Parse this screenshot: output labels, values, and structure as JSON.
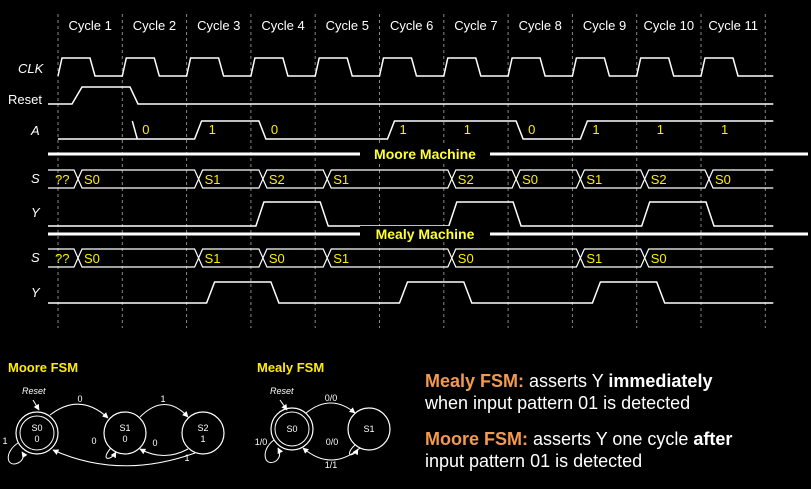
{
  "timing": {
    "cycles": [
      "Cycle 1",
      "Cycle 2",
      "Cycle 3",
      "Cycle 4",
      "Cycle 5",
      "Cycle 6",
      "Cycle 7",
      "Cycle 8",
      "Cycle 9",
      "Cycle 10",
      "Cycle 11"
    ],
    "signal_labels": {
      "clk": "CLK",
      "reset": "Reset",
      "a": "A",
      "moore_s": "S",
      "moore_y": "Y",
      "mealy_s": "S",
      "mealy_y": "Y"
    },
    "a_values": [
      "0",
      "1",
      "0",
      "1",
      "1",
      "0",
      "1",
      "1",
      "1"
    ],
    "moore_header": "Moore Machine",
    "moore_states": [
      "??",
      "S0",
      "S1",
      "S2",
      "S1",
      "S2",
      "S0",
      "S1",
      "S2",
      "S0"
    ],
    "mealy_header": "Mealy Machine",
    "mealy_states": [
      "??",
      "S0",
      "S1",
      "S0",
      "S1",
      "S0",
      "S1",
      "S0"
    ],
    "colors": {
      "signal": "#ffffff",
      "value": "#ffee00",
      "unknown": "#ffee00",
      "grid": "#888888",
      "header": "#ffff33"
    }
  },
  "moore_fsm": {
    "title": "Moore FSM",
    "reset_label": "Reset",
    "states": [
      {
        "name": "S0",
        "output": "0"
      },
      {
        "name": "S1",
        "output": "0"
      },
      {
        "name": "S2",
        "output": "1"
      }
    ],
    "edge_labels": {
      "s0_s1": "0",
      "s1_s2": "1",
      "s0_self": "1",
      "s1_self": "0",
      "s2_s1": "0",
      "s2_s0": "1"
    }
  },
  "mealy_fsm": {
    "title": "Mealy FSM",
    "reset_label": "Reset",
    "states": [
      {
        "name": "S0"
      },
      {
        "name": "S1"
      }
    ],
    "edge_labels": {
      "s0_s1": "0/0",
      "s0_self": "1/0",
      "s1_self": "0/0",
      "s1_s0": "1/1"
    }
  },
  "captions": {
    "mealy": {
      "label": "Mealy FSM:",
      "pre": " asserts Y ",
      "emph": "immediately",
      "post": " when input pattern 01 is detected"
    },
    "moore": {
      "label": "Moore FSM:",
      "pre": " asserts Y one cycle ",
      "emph": "after",
      "post": " input pattern 01 is detected"
    }
  }
}
